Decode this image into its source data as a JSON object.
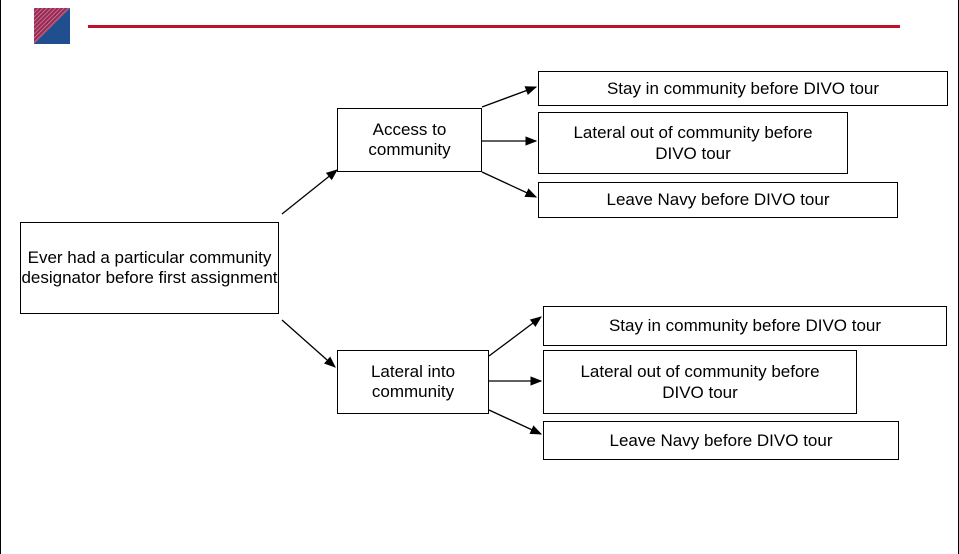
{
  "header": {
    "logo_icon": "diagonal-split-square-icon",
    "accent_color": "#c0102a"
  },
  "diagram": {
    "root": {
      "label": "Ever had a particular community designator before first assignment"
    },
    "branches": [
      {
        "label": "Access to community",
        "outcomes": [
          {
            "label": "Stay in community before DIVO tour"
          },
          {
            "label": "Lateral out of community before DIVO tour"
          },
          {
            "label": "Leave Navy before DIVO tour"
          }
        ]
      },
      {
        "label": "Lateral into community",
        "outcomes": [
          {
            "label": "Stay in community before DIVO tour"
          },
          {
            "label": "Lateral out of community before DIVO tour"
          },
          {
            "label": "Leave Navy before DIVO tour"
          }
        ]
      }
    ]
  }
}
